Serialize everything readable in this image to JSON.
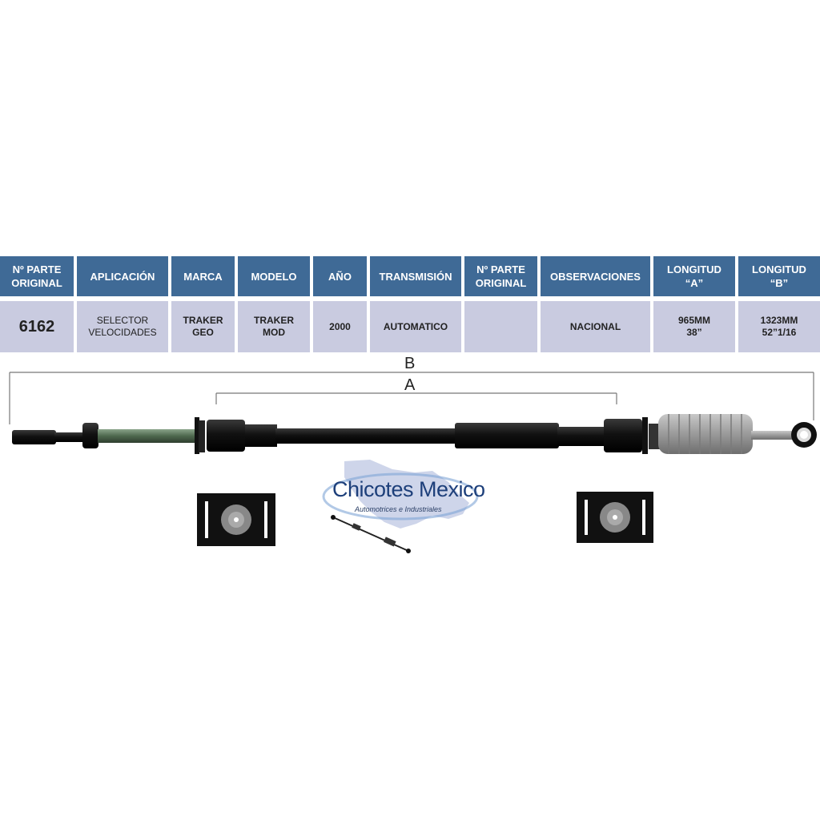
{
  "table": {
    "headers": [
      "Nº PARTE\nORIGINAL",
      "APLICACIÓN",
      "MARCA",
      "MODELO",
      "AÑO",
      "TRANSMISIÓN",
      "Nº PARTE\nORIGINAL",
      "OBSERVACIONES",
      "LONGITUD\n“A”",
      "LONGITUD\n“B”"
    ],
    "row": {
      "parte_original": "6162",
      "aplicacion": "SELECTOR\nVELOCIDADES",
      "marca": "TRAKER\nGEO",
      "modelo": "TRAKER\nMOD",
      "anio": "2000",
      "transmision": "AUTOMATICO",
      "parte_original_2": "",
      "observaciones": "NACIONAL",
      "longitud_a": "965MM\n38”",
      "longitud_b": "1323MM\n52”1/16"
    }
  },
  "diagram": {
    "label_b": "B",
    "label_a": "A"
  },
  "logo": {
    "title": "Chicotes Mexico",
    "subtitle": "Automotrices e Industriales"
  },
  "colors": {
    "header_bg": "#3f6a96",
    "cell_bg": "#c9cbe0",
    "cable_black": "#151515",
    "rod_green": "#5e7a5e",
    "boot_gray": "#9c9c9c"
  }
}
